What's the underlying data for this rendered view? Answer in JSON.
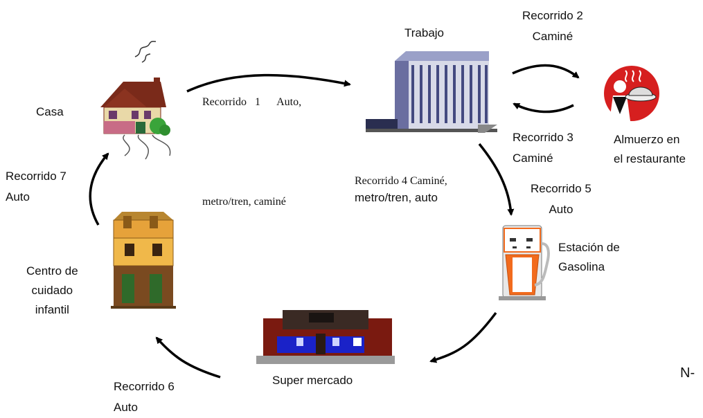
{
  "places": {
    "casa": "Casa",
    "trabajo": "Trabajo",
    "restaurante": [
      "Almuerzo en",
      "el restaurante"
    ],
    "gasolina": [
      "Estación de",
      "Gasolina"
    ],
    "supermercado": "Super mercado",
    "cuidado": [
      "Centro de",
      "cuidado",
      "infantil"
    ]
  },
  "trips": {
    "r1": [
      "Recorrido   1      Auto,",
      "metro/tren, caminé"
    ],
    "r2": [
      "Recorrido 2",
      "Caminé"
    ],
    "r3": [
      "Recorrido 3",
      "Caminé"
    ],
    "r4": [
      "Recorrido 4  Caminé,",
      "metro/tren, auto"
    ],
    "r5": [
      "Recorrido 5",
      "Auto"
    ],
    "r6": [
      "Recorrido 6",
      "Auto"
    ],
    "r7": [
      "Recorrido 7",
      "Auto"
    ]
  },
  "page_marker": "N-",
  "colors": {
    "arrow": "#000000",
    "building": "#4a4e8a",
    "gas": "#f26b1d",
    "restaurant": "#d61f1f"
  }
}
